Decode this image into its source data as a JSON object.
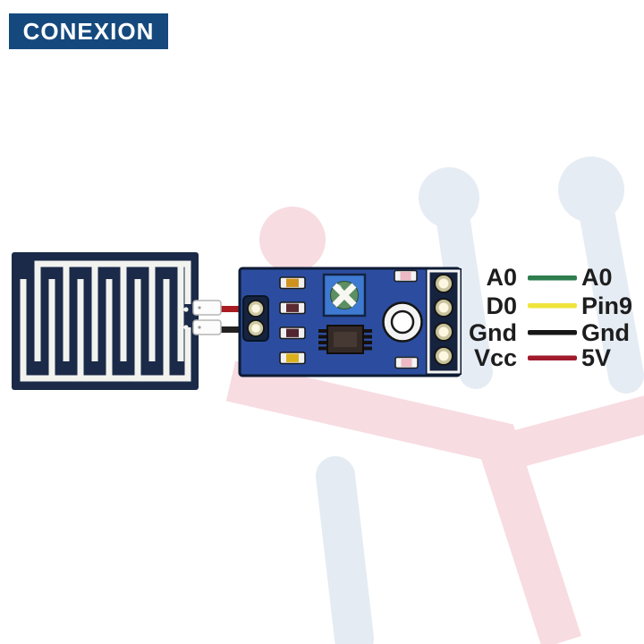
{
  "banner": {
    "label": "CONEXION"
  },
  "pinout": {
    "rows": [
      {
        "module_pin": "A0",
        "board_pin": "A0",
        "line_color": "#2e7d4f"
      },
      {
        "module_pin": "D0",
        "board_pin": "Pin9",
        "line_color": "#efe43c"
      },
      {
        "module_pin": "Gnd",
        "board_pin": "Gnd",
        "line_color": "#161616"
      },
      {
        "module_pin": "Vcc",
        "board_pin": "5V",
        "line_color": "#a01a2b"
      }
    ]
  },
  "colors": {
    "banner_bg": "#15497d",
    "board_blue": "#2c4d9f",
    "pad_navy": "#1b2a48",
    "trace_white": "#f2f3ef",
    "wire_red": "#a91d22",
    "wire_black": "#222222",
    "watermark_pink": "#f7dce1",
    "watermark_gray": "#e5ebf3"
  }
}
